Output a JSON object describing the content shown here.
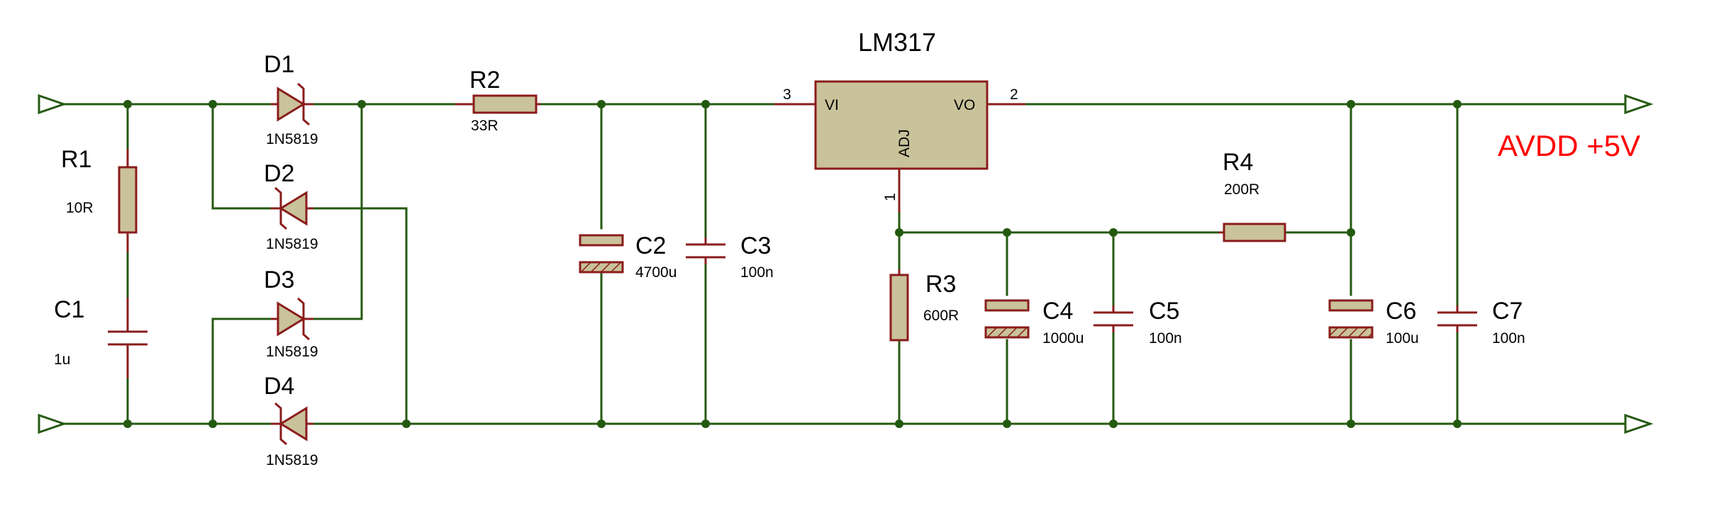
{
  "components": {
    "r1": {
      "ref": "R1",
      "value": "10R"
    },
    "c1": {
      "ref": "C1",
      "value": "1u"
    },
    "d1": {
      "ref": "D1",
      "value": "1N5819"
    },
    "d2": {
      "ref": "D2",
      "value": "1N5819"
    },
    "d3": {
      "ref": "D3",
      "value": "1N5819"
    },
    "d4": {
      "ref": "D4",
      "value": "1N5819"
    },
    "r2": {
      "ref": "R2",
      "value": "33R"
    },
    "c2": {
      "ref": "C2",
      "value": "4700u"
    },
    "c3": {
      "ref": "C3",
      "value": "100n"
    },
    "u1": {
      "name": "LM317",
      "pin_vi": "VI",
      "pin_vo": "VO",
      "pin_adj": "ADJ",
      "pin3": "3",
      "pin2": "2",
      "pin1": "1"
    },
    "r3": {
      "ref": "R3",
      "value": "600R"
    },
    "r4": {
      "ref": "R4",
      "value": "200R"
    },
    "c4": {
      "ref": "C4",
      "value": "1000u"
    },
    "c5": {
      "ref": "C5",
      "value": "100n"
    },
    "c6": {
      "ref": "C6",
      "value": "100u"
    },
    "c7": {
      "ref": "C7",
      "value": "100n"
    }
  },
  "output_label": "AVDD +5V",
  "colors": {
    "wire": "#245a10",
    "component_outline": "#8a1c1c",
    "component_fill": "#c9c29a",
    "output_label": "#ff0000"
  }
}
